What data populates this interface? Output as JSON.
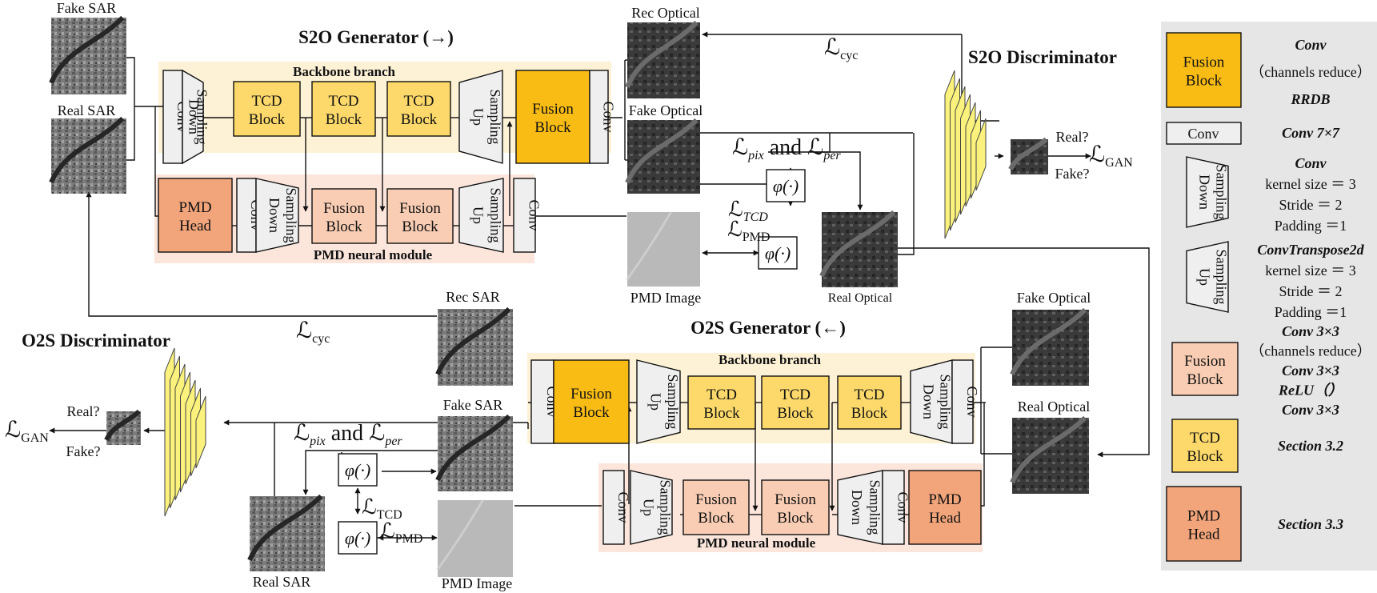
{
  "s2o": {
    "title": "S2O Generator",
    "arrow": "(→)",
    "backbone_label": "Backbone branch",
    "pmd_label": "PMD neural module",
    "disc_title": "S2O Discriminator"
  },
  "o2s": {
    "title": "O2S Generator",
    "arrow": "(←)",
    "backbone_label": "Backbone branch",
    "pmd_label": "PMD neural module",
    "disc_title": "O2S Discriminator"
  },
  "blocks": {
    "conv": "Conv",
    "down1": "Down",
    "down2": "Sampling",
    "up1": "Up",
    "up2": "Sampling",
    "tcd1": "TCD",
    "tcd2": "Block",
    "fusion1": "Fusion",
    "fusion2": "Block",
    "pmd1": "PMD",
    "pmd2": "Head"
  },
  "images": {
    "fake_sar": "Fake SAR",
    "real_sar": "Real SAR",
    "rec_optical": "Rec Optical",
    "fake_optical": "Fake Optical",
    "pmd_image": "PMD Image",
    "real_optical": "Real Optical",
    "rec_sar": "Rec SAR"
  },
  "losses": {
    "L": "ℒ",
    "cyc": "cyc",
    "gan": "GAN",
    "pix": "pix",
    "per": "per",
    "and": " and ",
    "tcd_italic": "TCD",
    "tcd": "TCD",
    "pmd": "PMD",
    "phi": "φ(·)"
  },
  "disc": {
    "real": "Real?",
    "fake": "Fake?"
  },
  "legend": {
    "fusion_orange": [
      "Conv",
      "（channels reduce）",
      "RRDB"
    ],
    "conv7": "Conv 7×7",
    "down": [
      "Conv",
      "kernel size ＝ 3",
      "Stride ＝ 2",
      "Padding ＝1"
    ],
    "up": [
      "ConvTranspose2d",
      "kernel size ＝ 3",
      "Stride ＝ 2",
      "Padding ＝1"
    ],
    "fusion_peach": [
      "Conv 3×3",
      "（channels reduce）",
      "Conv 3×3",
      "ReLU（）",
      "Conv 3×3"
    ],
    "tcd": "Section 3.2",
    "pmd": "Section 3.3"
  },
  "colors": {
    "fusion_orange": "#f9bc15",
    "tcd_yellow": "#fcd96a",
    "fusion_peach": "#f9cdb3",
    "pmd_orange": "#f2a57b",
    "conv_gray": "#efefef",
    "backbone_bg": "#fdf2d6",
    "pmd_bg": "#fce6dc",
    "legend_bg": "#e6e6e6",
    "disc_yellow": "#faf27c"
  }
}
